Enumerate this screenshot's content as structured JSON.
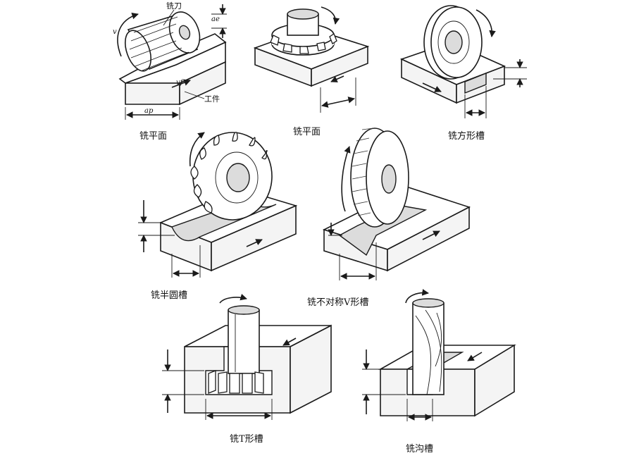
{
  "captions": {
    "face_mill": "铣平面",
    "end_face_mill": "铣平面",
    "square_slot": "铣方形槽",
    "half_round_slot": "铣半圆槽",
    "v_slot": "铣不对称V形槽",
    "t_slot": "铣T形槽",
    "groove": "铣沟槽"
  },
  "labels": {
    "cutter": "铣刀",
    "workpiece": "工件",
    "velocity": "v",
    "feed": "vf",
    "depth": "ae",
    "width": "ap"
  }
}
